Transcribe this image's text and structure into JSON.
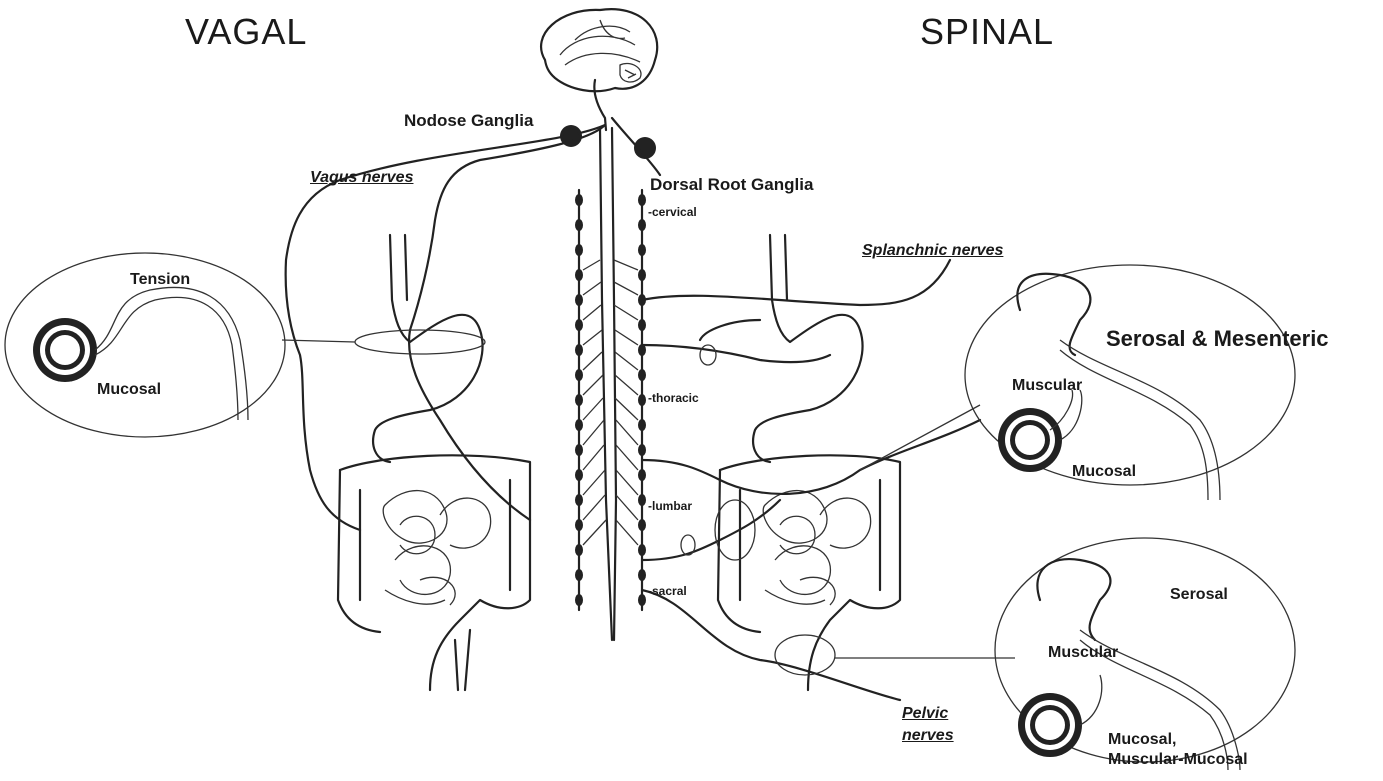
{
  "labels": {
    "vagal": "VAGAL",
    "spinal": "SPINAL",
    "nodose_ganglia": "Nodose Ganglia",
    "dorsal_root_ganglia": "Dorsal Root Ganglia",
    "cervical": "-cervical",
    "thoracic": "-thoracic",
    "lumbar": "-lumbar",
    "sacral": "-sacral",
    "vagus_nerves": "Vagus nerves",
    "splanchnic_nerves": "Splanchnic nerves",
    "pelvic_line1": "Pelvic",
    "pelvic_line2": "nerves",
    "tension": "Tension",
    "mucosal_left": "Mucosal",
    "serosal_mesenteric": "Serosal & Mesenteric",
    "muscular_upper": "Muscular",
    "mucosal_upper": "Mucosal",
    "serosal_lower": "Serosal",
    "muscular_lower": "Muscular",
    "mucosal_lower_line1": "Mucosal,",
    "mucosal_lower_line2": "Muscular-Mucosal"
  }
}
